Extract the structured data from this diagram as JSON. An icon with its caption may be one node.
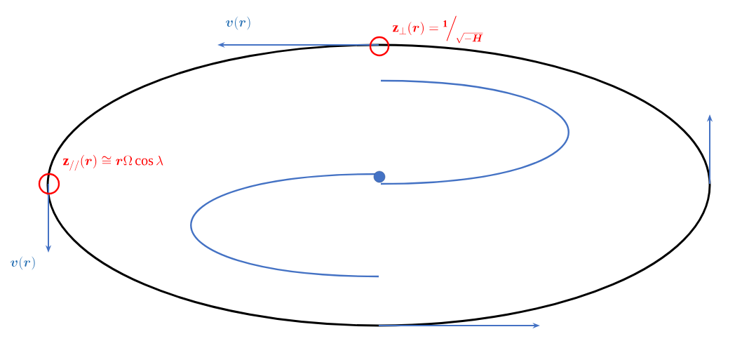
{
  "diagram": {
    "labels": [
      "\\boldsymbol{v}(\\boldsymbol{r})",
      "\\mathbf{z}_{\\perp}(\\boldsymbol{r}) = {}^{\\mathbf{1}}\\!\\Big/_{\\!\\sqrt{-\\boldsymbol{H}}}",
      "\\mathbf{z}_{//}(\\boldsymbol{r}) \\cong \\boldsymbol{r}\\Omega\\cos\\lambda",
      "\\boldsymbol{v}(\\boldsymbol{r})"
    ]
  }
}
